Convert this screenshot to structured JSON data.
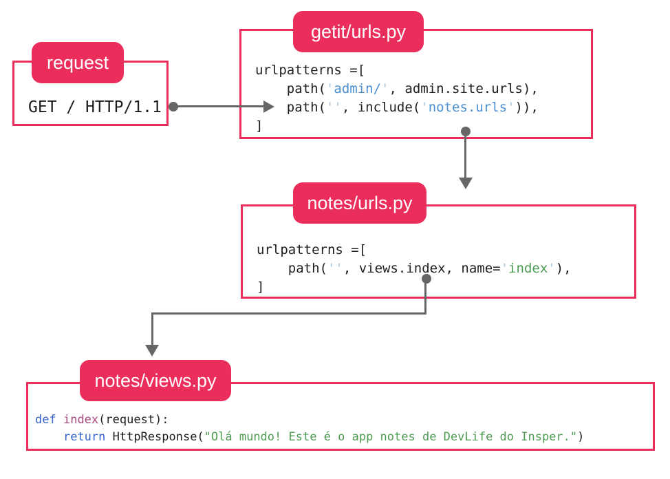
{
  "colors": {
    "accent": "#EB2D5C",
    "arrow": "#666666",
    "code_plain": "#1E1E1E",
    "code_string_blue": "#4A8FD2",
    "code_quote": "#AAC4DD",
    "code_string_green": "#4E9B53",
    "code_keyword": "#3465C8",
    "code_function": "#A8497F"
  },
  "nodes": {
    "request": {
      "label": "request",
      "code": [
        [
          [
            "plain",
            "GET / HTTP/1.1"
          ]
        ]
      ]
    },
    "getit_urls": {
      "label": "getit/urls.py",
      "code": [
        [
          [
            "plain",
            "urlpatterns =["
          ]
        ],
        [
          [
            "plain",
            "    path("
          ],
          [
            "quote",
            "'"
          ],
          [
            "str_blue",
            "admin/"
          ],
          [
            "quote",
            "'"
          ],
          [
            "plain",
            ", admin.site.urls),"
          ]
        ],
        [
          [
            "plain",
            "    path("
          ],
          [
            "quote",
            "''"
          ],
          [
            "plain",
            ", include("
          ],
          [
            "quote",
            "'"
          ],
          [
            "str_blue",
            "notes.urls"
          ],
          [
            "quote",
            "'"
          ],
          [
            "plain",
            ")),"
          ]
        ],
        [
          [
            "plain",
            "]"
          ]
        ]
      ]
    },
    "notes_urls": {
      "label": "notes/urls.py",
      "code": [
        [
          [
            "plain",
            "urlpatterns =["
          ]
        ],
        [
          [
            "plain",
            "    path("
          ],
          [
            "quote",
            "''"
          ],
          [
            "plain",
            ", views.index, name="
          ],
          [
            "quote",
            "'"
          ],
          [
            "str_green",
            "index"
          ],
          [
            "quote",
            "'"
          ],
          [
            "plain",
            "),"
          ]
        ],
        [
          [
            "plain",
            "]"
          ]
        ]
      ]
    },
    "notes_views": {
      "label": "notes/views.py",
      "code": [
        [
          [
            "kw",
            "def"
          ],
          [
            "plain",
            " "
          ],
          [
            "fn",
            "index"
          ],
          [
            "plain",
            "(request):"
          ]
        ],
        [
          [
            "plain",
            "    "
          ],
          [
            "kw",
            "return"
          ],
          [
            "plain",
            " HttpResponse("
          ],
          [
            "str_green",
            "\"Olá mundo! Este é o app notes de DevLife do Insper.\""
          ],
          [
            "plain",
            ")"
          ]
        ]
      ]
    }
  },
  "arrows": [
    {
      "name": "request-to-getit-urls",
      "from": "request",
      "to": "getit/urls.py"
    },
    {
      "name": "getit-urls-to-notes-urls",
      "from": "getit/urls.py",
      "to": "notes/urls.py"
    },
    {
      "name": "notes-urls-to-notes-views",
      "from": "notes/urls.py",
      "to": "notes/views.py"
    }
  ]
}
